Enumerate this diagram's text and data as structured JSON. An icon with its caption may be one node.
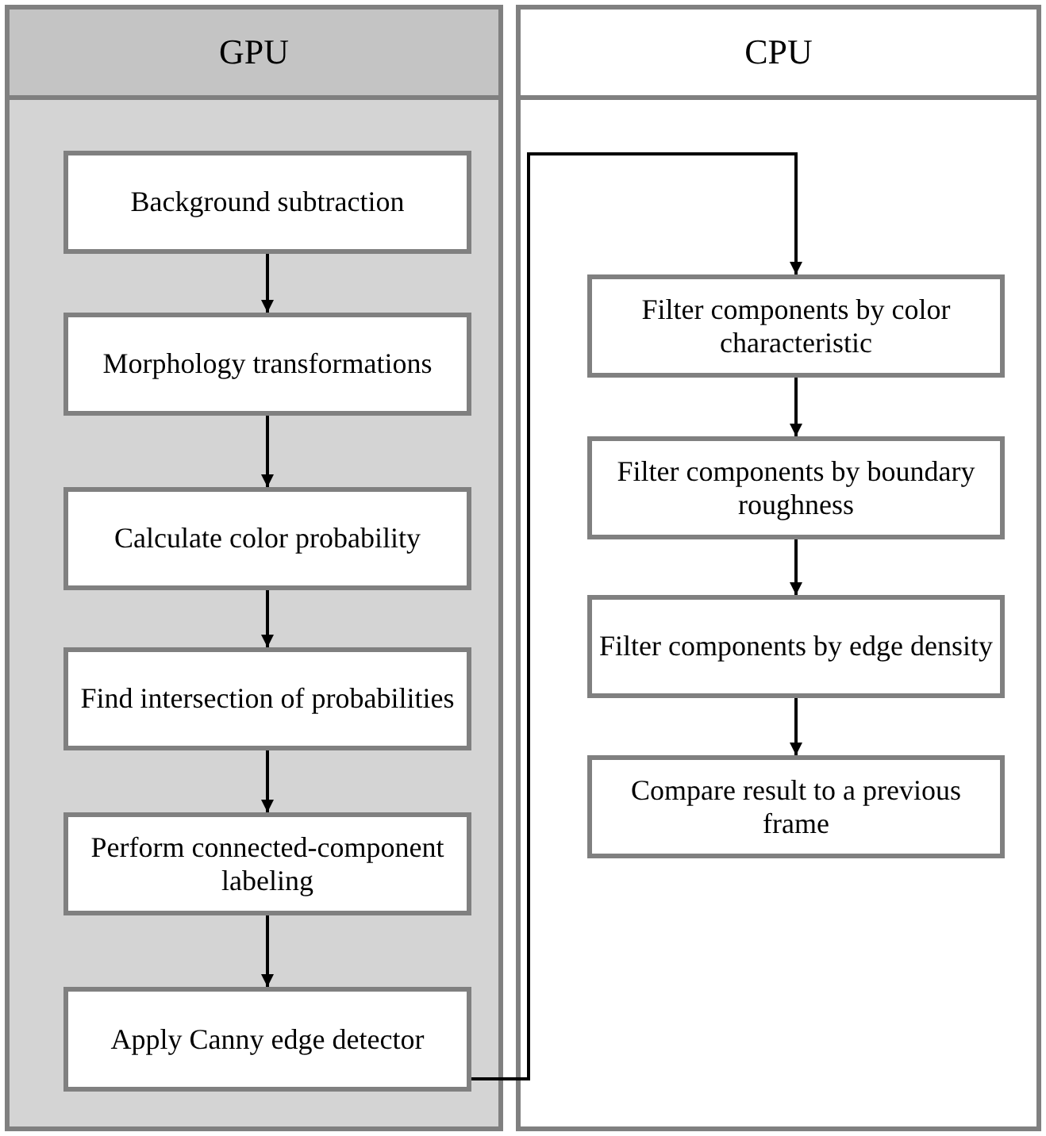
{
  "diagram": {
    "nodes": [
      {
        "text": [
          "GPU"
        ]
      },
      {
        "text": [
          "Background subtraction"
        ],
        "in": 0
      },
      {
        "text": [
          "Morphology transformations"
        ],
        "in": 0
      },
      {
        "text": [
          "Calculate color probability"
        ],
        "in": 0
      },
      {
        "text": [
          "Find intersection of probabilities"
        ],
        "in": 0
      },
      {
        "text": [
          "Perform connected-component labeling"
        ],
        "in": 0
      },
      {
        "text": [
          "Apply Canny edge detector"
        ],
        "in": 0
      },
      {
        "text": [
          "CPU"
        ]
      },
      {
        "text": [
          "Filter components by color characteristic"
        ],
        "in": 7
      },
      {
        "text": [
          "Filter components by boundary roughness"
        ],
        "in": 7
      },
      {
        "text": [
          "Filter components by edge density"
        ],
        "in": 7
      },
      {
        "text": [
          "Compare result to a previous frame"
        ],
        "in": 7
      }
    ],
    "edges": [
      {
        "from": 1,
        "to": 2,
        "arrow": "to"
      },
      {
        "from": 2,
        "to": 3,
        "arrow": "to"
      },
      {
        "from": 3,
        "to": 4,
        "arrow": "to"
      },
      {
        "from": 4,
        "to": 5,
        "arrow": "to"
      },
      {
        "from": 5,
        "to": 6,
        "arrow": "to"
      },
      {
        "from": 6,
        "to": 8,
        "arrow": "to"
      },
      {
        "from": 8,
        "to": 9,
        "arrow": "to"
      },
      {
        "from": 9,
        "to": 10,
        "arrow": "to"
      },
      {
        "from": 10,
        "to": 11,
        "arrow": "to"
      }
    ]
  }
}
